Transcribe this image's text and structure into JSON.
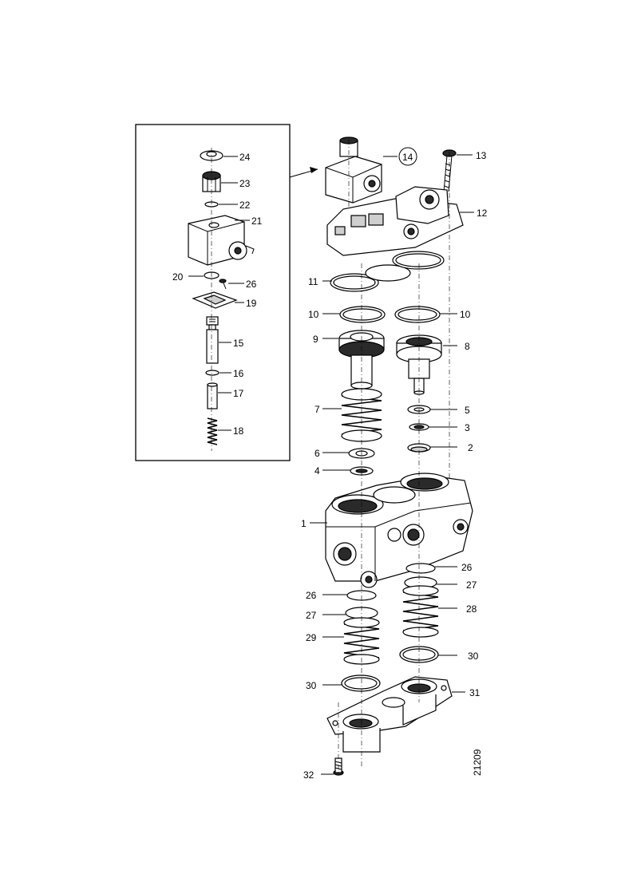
{
  "callouts": {
    "c24": "24",
    "c23": "23",
    "c22": "22",
    "c21": "21",
    "c20": "20",
    "c26a": "26",
    "c19": "19",
    "c15": "15",
    "c16": "16",
    "c17": "17",
    "c18": "18",
    "c14": "14",
    "c13": "13",
    "c12": "12",
    "c11": "11",
    "c10a": "10",
    "c10b": "10",
    "c9": "9",
    "c8": "8",
    "c7": "7",
    "c5": "5",
    "c3": "3",
    "c6": "6",
    "c2": "2",
    "c4": "4",
    "c1": "1",
    "c26b": "26",
    "c26c": "26",
    "c27a": "27",
    "c27b": "27",
    "c28": "28",
    "c29": "29",
    "c30a": "30",
    "c30b": "30",
    "c31": "31",
    "c32": "32"
  },
  "reference_code": "21209"
}
